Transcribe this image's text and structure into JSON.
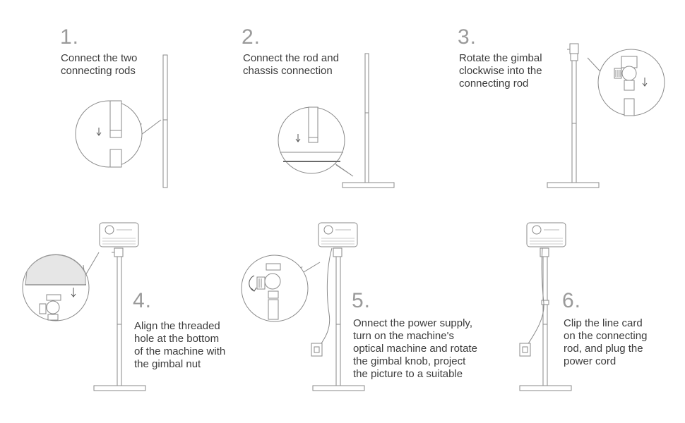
{
  "steps": [
    {
      "number": "1.",
      "text": "Connect the two\nconnecting rods"
    },
    {
      "number": "2.",
      "text": "Connect the rod and\nchassis connection"
    },
    {
      "number": "3.",
      "text": "Rotate the gimbal\nclockwise into the\nconnecting rod"
    },
    {
      "number": "4.",
      "text": "Align the threaded\nhole at the bottom\nof the machine with\nthe gimbal nut"
    },
    {
      "number": "5.",
      "text": "Onnect the power supply,\nturn on the machine's\noptical machine and rotate\nthe gimbal knob, project\nthe picture to a suitable"
    },
    {
      "number": "6.",
      "text": "Clip the line card\non the connecting\nrod, and plug the\npower cord"
    }
  ],
  "icons": {
    "arrow": "down-arrow-icon"
  }
}
